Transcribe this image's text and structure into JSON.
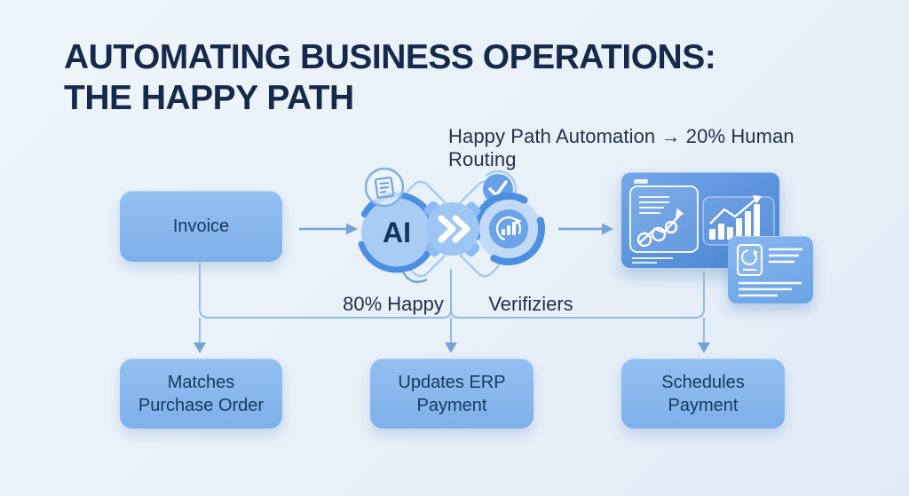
{
  "title": {
    "line1": "AUTOMATING BUSINESS OPERATIONS:",
    "line2": "THE HAPPY PATH"
  },
  "subtitle": {
    "text": "Happy Path Automation → 20% Human Routing"
  },
  "flow": {
    "input_label": "Invoice",
    "ai_label": "AI",
    "branch_labels": {
      "happy": "80% Happy",
      "verifiers": "Verifiziers"
    },
    "outcomes": [
      {
        "line1": "Matches",
        "line2": "Purchase Order"
      },
      {
        "line1": "Updates ERP",
        "line2": "Payment"
      },
      {
        "line1": "Schedules",
        "line2": "Payment"
      }
    ]
  },
  "icons": {
    "document_badge": "document-icon",
    "check_badge": "check-icon",
    "chart_badge": "chart-refresh-icon",
    "process_hub": "process-chevron-gear-icon",
    "dashboard": "analytics-dashboard-illustration",
    "report_card": "report-card-illustration"
  },
  "colors": {
    "background": "#e8f0f8",
    "box_fill": "#8abaf0",
    "box_text": "#163a60",
    "title_text": "#17294a",
    "accent_blue": "#4e8ee1",
    "connector": "#92bbe6",
    "arrow": "#74a3d6",
    "dashboard_fill": "#5a92dc"
  }
}
